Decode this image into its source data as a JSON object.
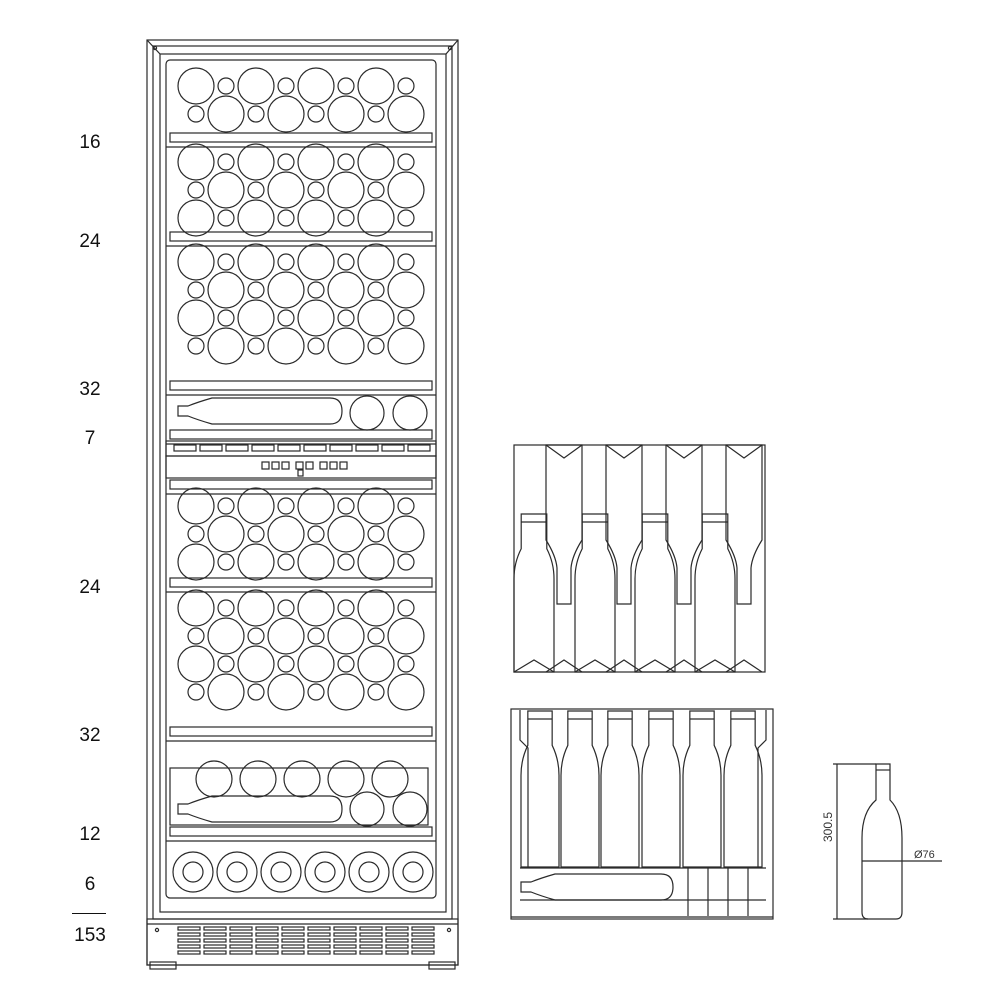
{
  "shelf_counts": [
    {
      "label": "16"
    },
    {
      "label": "24"
    },
    {
      "label": "32"
    },
    {
      "label": "7"
    },
    {
      "label": "24"
    },
    {
      "label": "32"
    },
    {
      "label": "12"
    },
    {
      "label": "6"
    }
  ],
  "total": {
    "label": "153"
  },
  "bottle_dimensions": {
    "height_label": "300.5",
    "diameter_label": "Ø76"
  },
  "colors": {
    "line": "#2a2a2a",
    "background": "#ffffff"
  }
}
